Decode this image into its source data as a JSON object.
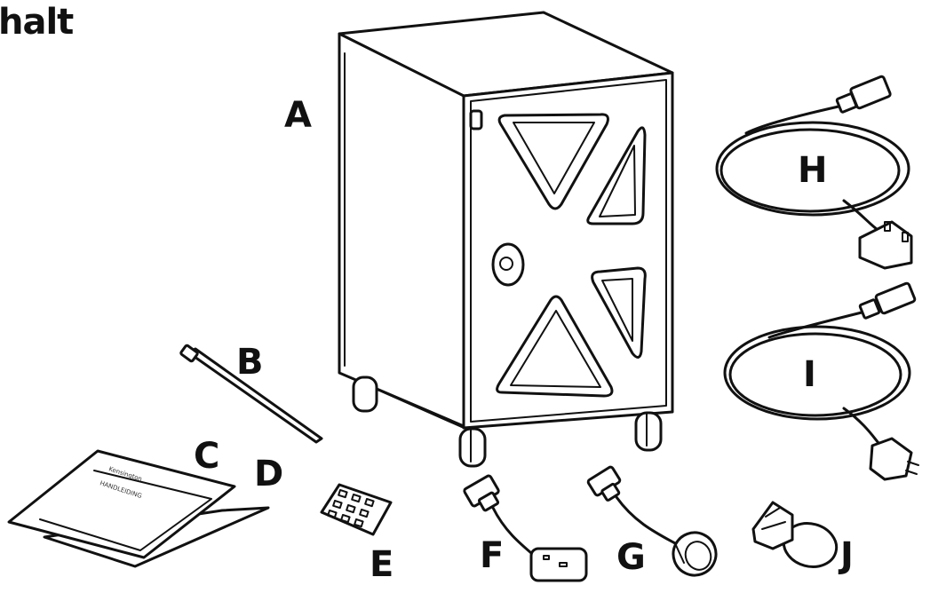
{
  "header": {
    "title": "halt"
  },
  "labels": {
    "A": "A",
    "B": "B",
    "C": "C",
    "D": "D",
    "E": "E",
    "F": "F",
    "G": "G",
    "H": "H",
    "I": "I",
    "J": "J"
  }
}
